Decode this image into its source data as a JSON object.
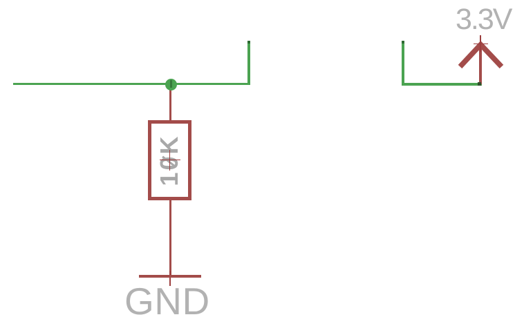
{
  "labels": {
    "supply_net": "3.3V",
    "resistor_value": "10K",
    "ground_net": "GND"
  },
  "colors": {
    "background": "#ffffff",
    "net_green": "#4ba351",
    "net_endpoint_dark_green": "#2e6b33",
    "symbol_maroon": "#a34c4a",
    "origin_cross_maroon": "#9c3e3e",
    "net_label_gray": "#b2b2b2",
    "value_label_gray": "#a8a8a8"
  }
}
